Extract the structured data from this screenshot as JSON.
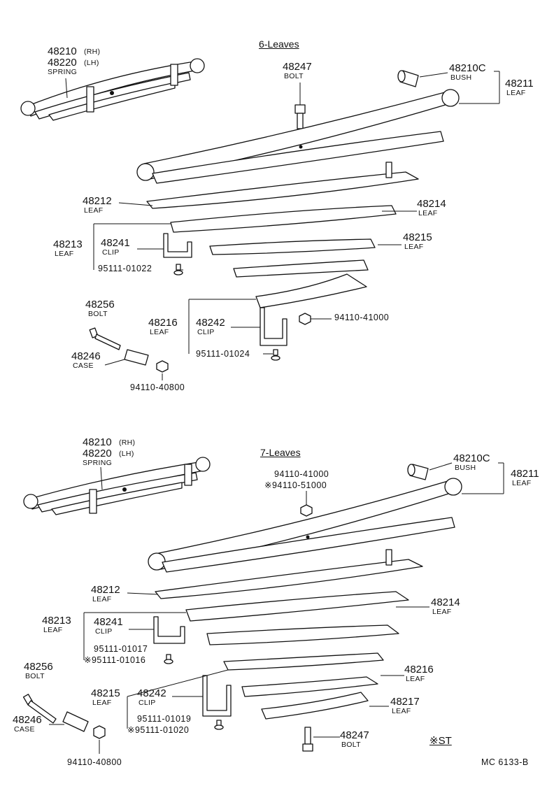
{
  "sections": [
    {
      "title": "6-Leaves",
      "labels": {
        "spring_pn_rh": "48210",
        "spring_rh": "(RH)",
        "spring_pn_lh": "48220",
        "spring_lh": "(LH)",
        "spring": "SPRING",
        "bolt_pn": "48247",
        "bolt": "BOLT",
        "bush_pn": "48210C",
        "bush": "BUSH",
        "leaf1_pn": "48211",
        "leaf1": "LEAF",
        "leaf2_pn": "48212",
        "leaf2": "LEAF",
        "leaf3_pn": "48213",
        "leaf3": "LEAF",
        "clip1_pn": "48241",
        "clip1": "CLIP",
        "rivet1_pn": "95111-01022",
        "leaf4_pn": "48214",
        "leaf4": "LEAF",
        "leaf5_pn": "48215",
        "leaf5": "LEAF",
        "cbolt_pn": "48256",
        "cbolt": "BOLT",
        "leaf6_pn": "48216",
        "leaf6": "LEAF",
        "clip2_pn": "48242",
        "clip2": "CLIP",
        "nut1_pn": "94110-41000",
        "rivet2_pn": "95111-01024",
        "case_pn": "48246",
        "case": "CASE",
        "nut2_pn": "94110-40800"
      }
    },
    {
      "title": "7-Leaves",
      "labels": {
        "spring_pn_rh": "48210",
        "spring_rh": "(RH)",
        "spring_pn_lh": "48220",
        "spring_lh": "(LH)",
        "spring": "SPRING",
        "nut_a_pn": "94110-41000",
        "nut_b_pn": "※94110-51000",
        "bush_pn": "48210C",
        "bush": "BUSH",
        "leaf1_pn": "48211",
        "leaf1": "LEAF",
        "leaf2_pn": "48212",
        "leaf2": "LEAF",
        "leaf3_pn": "48213",
        "leaf3": "LEAF",
        "clip1_pn": "48241",
        "clip1": "CLIP",
        "rivet_a_pn": "95111-01017",
        "rivet_b_pn": "※95111-01016",
        "leaf4_pn": "48214",
        "leaf4": "LEAF",
        "cbolt_pn": "48256",
        "cbolt": "BOLT",
        "leaf5_pn": "48215",
        "leaf5": "LEAF",
        "clip2_pn": "48242",
        "clip2": "CLIP",
        "leaf6_pn": "48216",
        "leaf6": "LEAF",
        "leaf7_pn": "48217",
        "leaf7": "LEAF",
        "rivet_c_pn": "95111-01019",
        "rivet_d_pn": "※95111-01020",
        "bolt_pn": "48247",
        "bolt": "BOLT",
        "case_pn": "48246",
        "case": "CASE",
        "nut2_pn": "94110-40800"
      }
    }
  ],
  "note": "※ST",
  "figure_ref": "MC 6133-B"
}
